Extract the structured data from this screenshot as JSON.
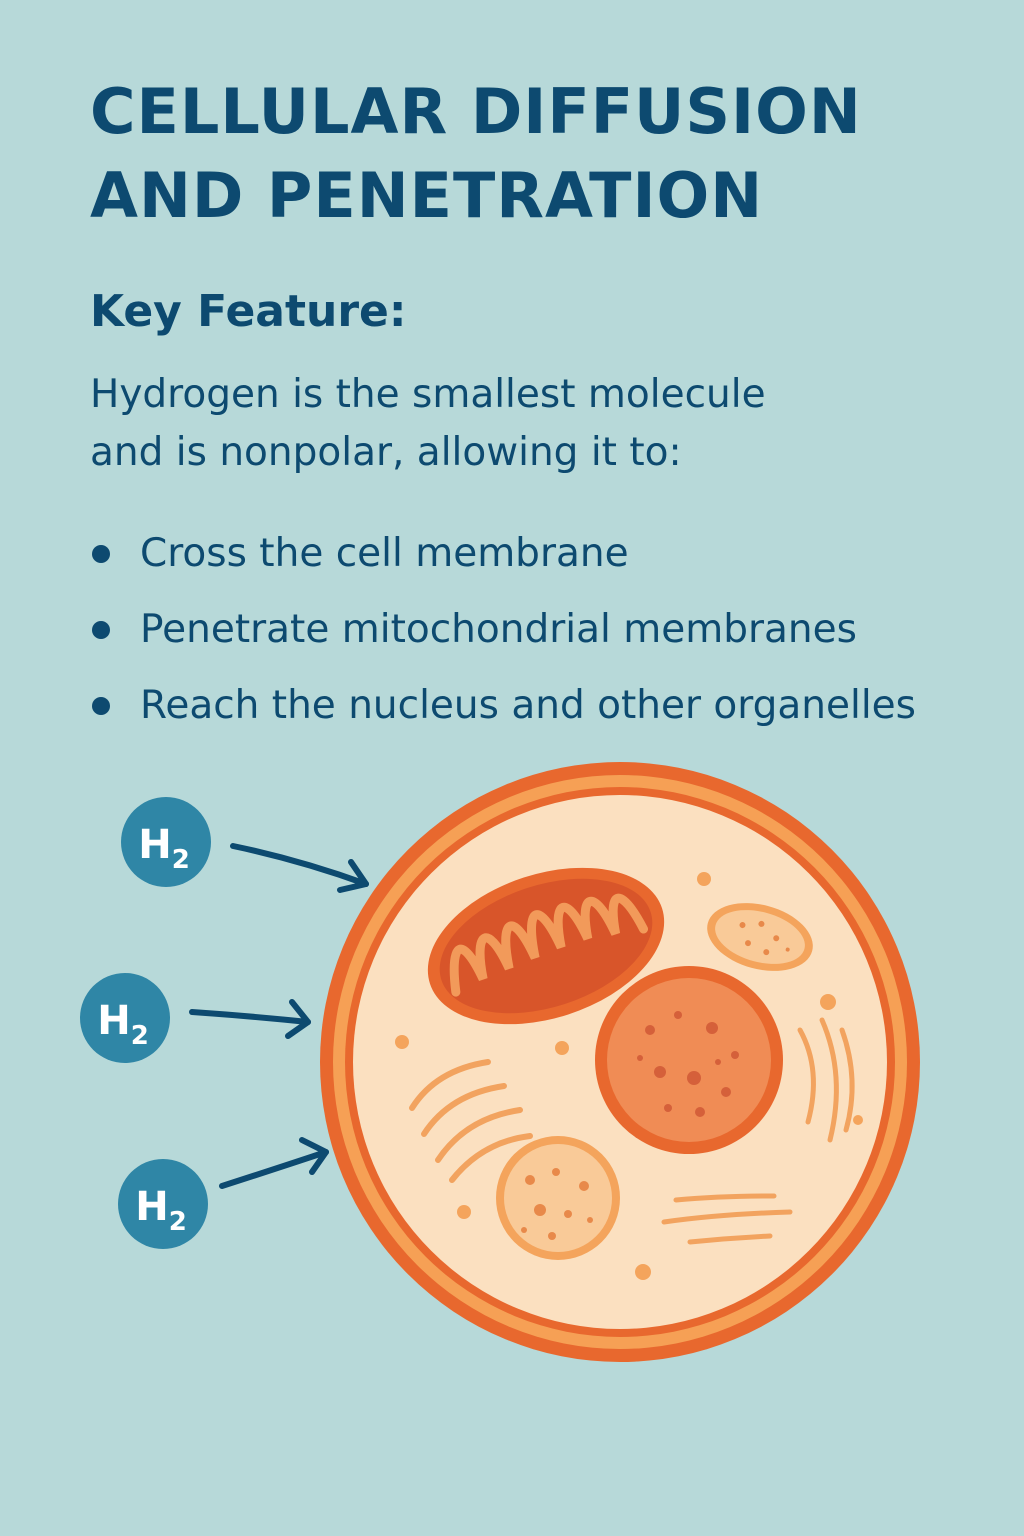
{
  "header": {
    "title_line1": "CELLULAR DIFFUSION",
    "title_line2": "AND PENETRATION"
  },
  "key_feature": {
    "heading": "Key Feature:",
    "intro_line1": "Hydrogen is the smallest molecule",
    "intro_line2": "and is nonpolar, allowing it to:",
    "bullets": [
      "Cross the cell membrane",
      "Penetrate mitochondrial membranes",
      "Reach the nucleus and other organelles"
    ]
  },
  "diagram": {
    "molecule_symbol": "H",
    "molecule_subscript": "2",
    "colors": {
      "background": "#b7d9d9",
      "text": "#0d4a70",
      "molecule": "#2f86a6",
      "membrane": "#e8682e",
      "cytoplasm": "#fbe0c0",
      "organelle": "#f4a45c"
    }
  }
}
